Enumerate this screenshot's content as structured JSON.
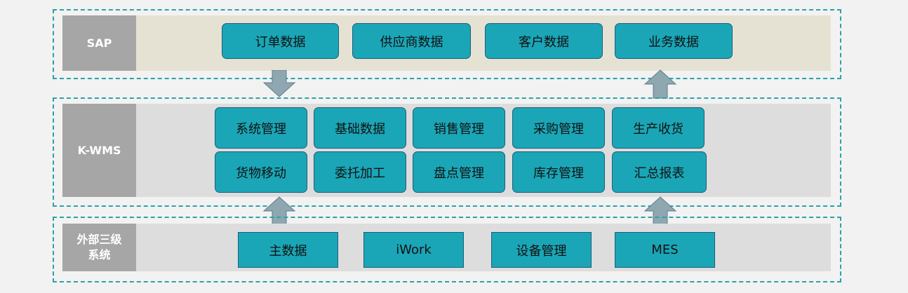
{
  "sap": {
    "label": "SAP",
    "items": [
      "订单数据",
      "供应商数据",
      "客户数据",
      "业务数据"
    ]
  },
  "kwms": {
    "label": "K-WMS",
    "row1": [
      "系统管理",
      "基础数据",
      "销售管理",
      "采购管理",
      "生产收货"
    ],
    "row2": [
      "货物移动",
      "委托加工",
      "盘点管理",
      "库存管理",
      "汇总报表"
    ]
  },
  "external": {
    "label_line1": "外部三级",
    "label_line2": "系统",
    "items": [
      "主数据",
      "iWork",
      "设备管理",
      "MES"
    ]
  },
  "colors": {
    "dash": "#2aa3a8",
    "box": "#1aa6b7",
    "box_border": "#1d5f7a",
    "label_bg": "#a6a6a6",
    "sap_band": "#e6e2d3",
    "band": "#dddddd",
    "arrow": "#8ea7b0"
  }
}
